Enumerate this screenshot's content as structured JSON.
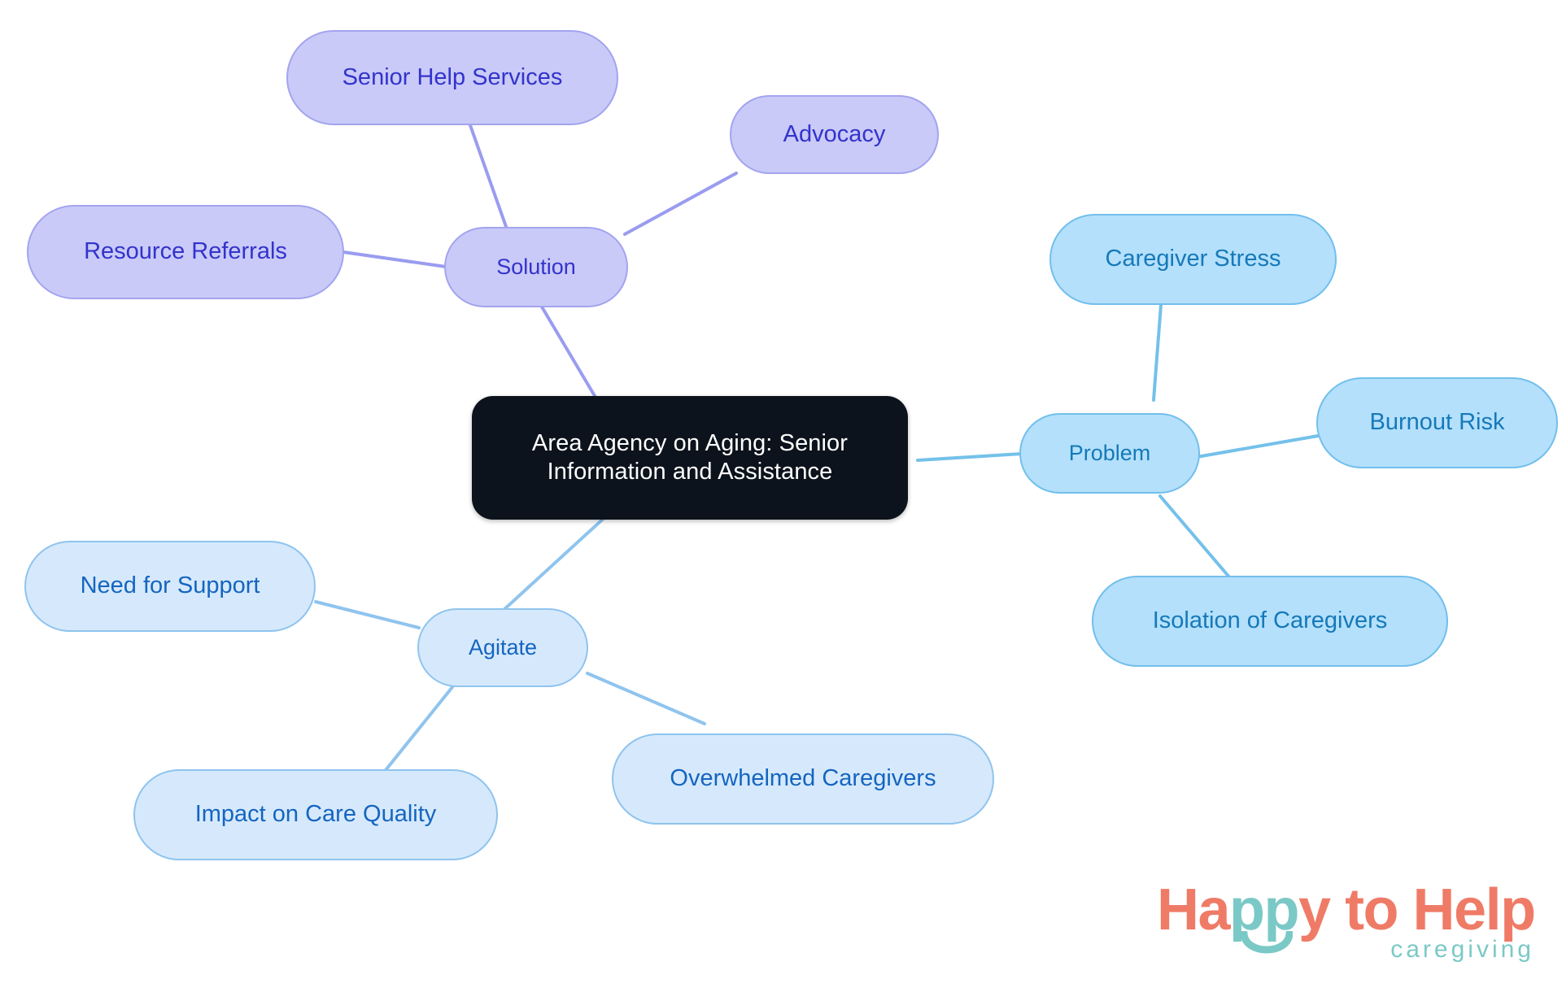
{
  "diagram": {
    "type": "mindmap",
    "title": "Area Agency on Aging: Senior Information and Assistance",
    "background_color": "#ffffff"
  },
  "root": {
    "label": "Area Agency on Aging: Senior\nInformation and Assistance",
    "fill": "#0d131c",
    "text_color": "#ffffff"
  },
  "branches": [
    {
      "id": "solution",
      "label": "Solution",
      "fill": "#c9caf7",
      "border": "#a3a4ef",
      "text_color": "#3333cc",
      "edge_color": "#9a9cf0",
      "children": [
        {
          "label": "Senior Help Services"
        },
        {
          "label": "Advocacy"
        },
        {
          "label": "Resource Referrals"
        }
      ]
    },
    {
      "id": "problem",
      "label": "Problem",
      "fill": "#b4e0fb",
      "border": "#72bfec",
      "text_color": "#1679b9",
      "edge_color": "#74c1ea",
      "children": [
        {
          "label": "Caregiver Stress"
        },
        {
          "label": "Burnout Risk"
        },
        {
          "label": "Isolation of Caregivers"
        }
      ]
    },
    {
      "id": "agitate",
      "label": "Agitate",
      "fill": "#d6e9fc",
      "border": "#8fc4ee",
      "text_color": "#1565c0",
      "edge_color": "#8fc4ee",
      "children": [
        {
          "label": "Need for Support"
        },
        {
          "label": "Impact on Care Quality"
        },
        {
          "label": "Overwhelmed Caregivers"
        }
      ]
    }
  ],
  "logo": {
    "word_happy": "Happy",
    "word_pp": "pp",
    "word_happy_tail": "y",
    "word_to_help": " to Help",
    "tagline": "caregiving",
    "coral": "#ef7b67",
    "teal": "#7bc9c6"
  }
}
